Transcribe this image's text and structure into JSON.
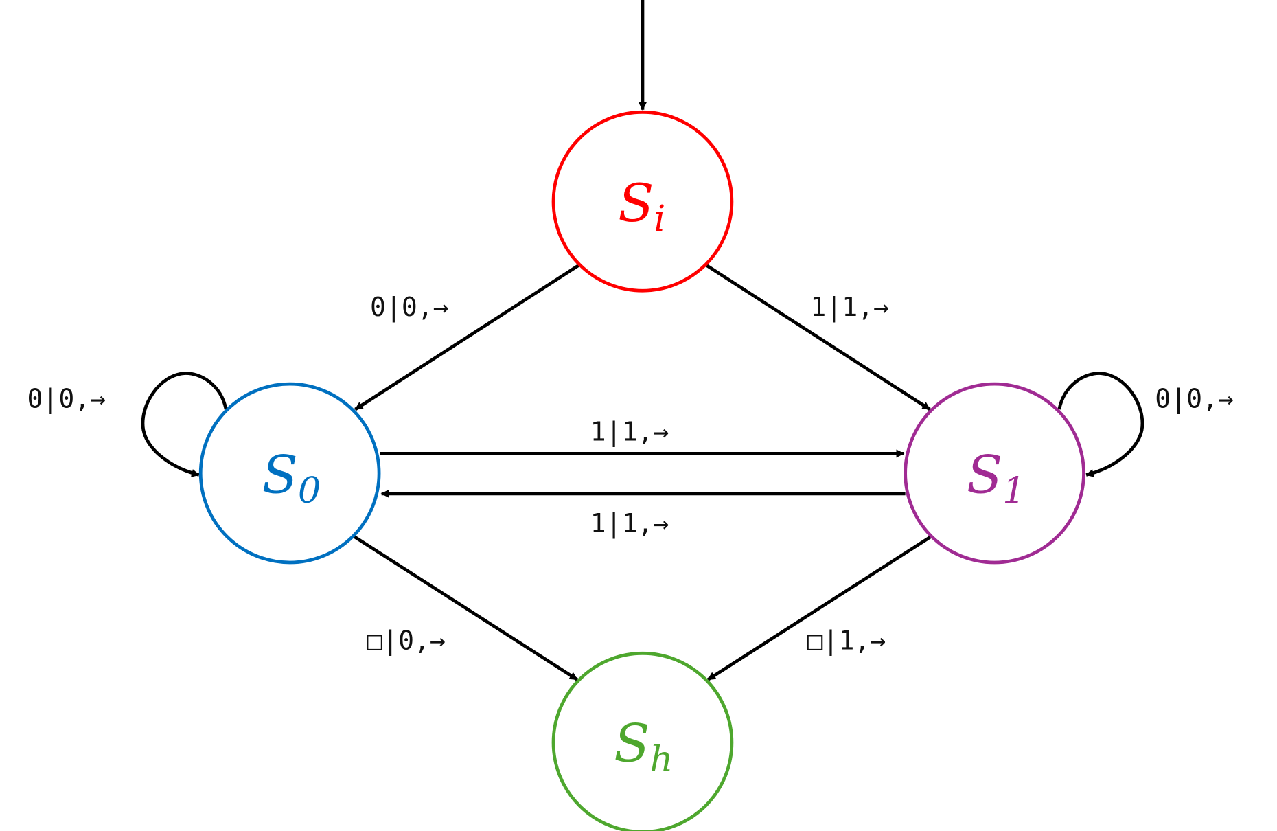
{
  "states": [
    {
      "id": "si",
      "symbol": "S",
      "subscript": "i",
      "color": "#ff0000"
    },
    {
      "id": "s0",
      "symbol": "S",
      "subscript": "0",
      "color": "#0070c0"
    },
    {
      "id": "s1",
      "symbol": "S",
      "subscript": "1",
      "color": "#a02b93"
    },
    {
      "id": "sh",
      "symbol": "S",
      "subscript": "h",
      "color": "#4ea72e"
    }
  ],
  "transitions": [
    {
      "from": "si",
      "to": "s0",
      "label": "0|0,→"
    },
    {
      "from": "si",
      "to": "s1",
      "label": "1|1,→"
    },
    {
      "from": "s0",
      "to": "s0",
      "label": "0|0,→"
    },
    {
      "from": "s1",
      "to": "s1",
      "label": "0|0,→"
    },
    {
      "from": "s0",
      "to": "s1",
      "label": "1|1,→"
    },
    {
      "from": "s1",
      "to": "s0",
      "label": "1|1,→"
    },
    {
      "from": "s0",
      "to": "sh",
      "label": "□|0,→"
    },
    {
      "from": "s1",
      "to": "sh",
      "label": "□|1,→"
    }
  ]
}
